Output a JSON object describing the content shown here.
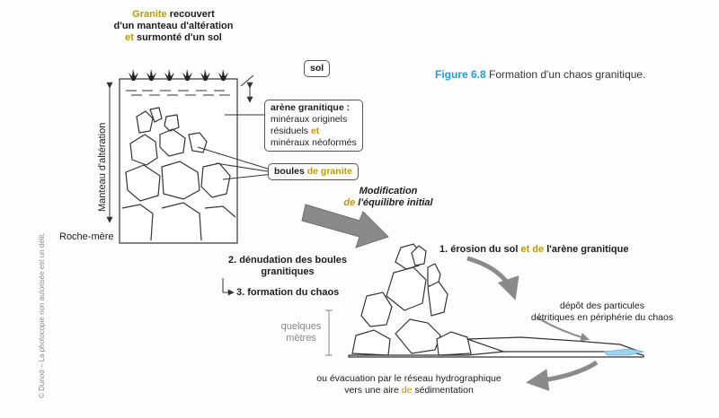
{
  "figure": {
    "number": "Figure 6.8",
    "title": "Formation d'un chaos granitique."
  },
  "top_caption": {
    "line1_hl": "Granite",
    "line1_rest": " recouvert",
    "line2": "d'un manteau d'altération",
    "line3_hl": "et",
    "line3_rest": " surmonté d'un sol"
  },
  "labels": {
    "sol": "sol",
    "arene_title": "arène granitique :",
    "arene_l1": "minéraux originels",
    "arene_l2_a": "résiduels ",
    "arene_l2_hl": "et",
    "arene_l3": "minéraux néoformés",
    "boules_a": "boules ",
    "boules_hl": "de granite",
    "manteau": "Manteau d'altération",
    "roche_mere": "Roche-mère",
    "modif_l1": "Modification",
    "modif_l2_hl": "de",
    "modif_l2_rest": " l'équilibre initial",
    "erosion_a": "1. érosion du sol ",
    "erosion_hl1": "et de",
    "erosion_b": " l'arène granitique",
    "denud_l1": "2. dénudation des boules",
    "denud_l2": "granitiques",
    "chaos": "3. formation du chaos",
    "quelques": "quelques",
    "metres": "mètres",
    "depot_l1": "dépôt des particules",
    "depot_l2": "détritiques en périphérie du chaos",
    "evac_l1": "ou évacuation par le réseau hydrographique",
    "evac_l2_a": "vers une aire ",
    "evac_l2_hl": "de",
    "evac_l2_b": " sédimentation",
    "side_credit": "© Dunod – La photocopie non autorisée est un délit."
  },
  "colors": {
    "highlight": "#b99a00",
    "figure_number": "#2a9ad6",
    "water": "#9ed3ee",
    "arrow_grey": "#8a8a8a",
    "line": "#333333"
  }
}
